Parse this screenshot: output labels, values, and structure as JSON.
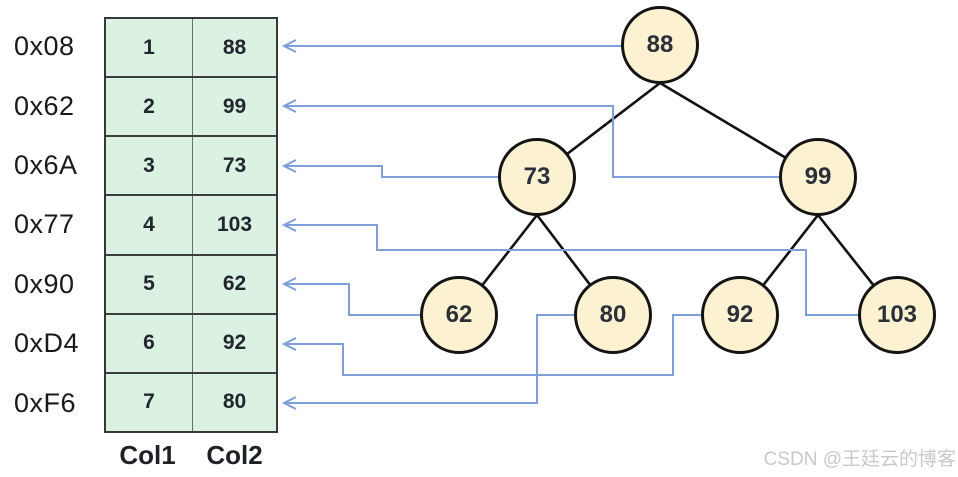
{
  "memory_table": {
    "addresses": [
      "0x08",
      "0x62",
      "0x6A",
      "0x77",
      "0x90",
      "0xD4",
      "0xF6"
    ],
    "col_headers": [
      "Col1",
      "Col2"
    ],
    "rows": [
      {
        "col1": "1",
        "col2": "88"
      },
      {
        "col1": "2",
        "col2": "99"
      },
      {
        "col1": "3",
        "col2": "73"
      },
      {
        "col1": "4",
        "col2": "103"
      },
      {
        "col1": "5",
        "col2": "62"
      },
      {
        "col1": "6",
        "col2": "92"
      },
      {
        "col1": "7",
        "col2": "80"
      }
    ]
  },
  "tree": {
    "nodes": [
      {
        "value": "88"
      },
      {
        "value": "73"
      },
      {
        "value": "99"
      },
      {
        "value": "62"
      },
      {
        "value": "80"
      },
      {
        "value": "92"
      },
      {
        "value": "103"
      }
    ],
    "root": "88",
    "edges": [
      [
        "88",
        "73"
      ],
      [
        "88",
        "99"
      ],
      [
        "73",
        "62"
      ],
      [
        "73",
        "80"
      ],
      [
        "99",
        "92"
      ],
      [
        "99",
        "103"
      ]
    ]
  },
  "links": [
    {
      "node": "88",
      "row": 1,
      "address": "0x08"
    },
    {
      "node": "99",
      "row": 2,
      "address": "0x62"
    },
    {
      "node": "73",
      "row": 3,
      "address": "0x6A"
    },
    {
      "node": "103",
      "row": 4,
      "address": "0x77"
    },
    {
      "node": "62",
      "row": 5,
      "address": "0x90"
    },
    {
      "node": "92",
      "row": 6,
      "address": "0xD4"
    },
    {
      "node": "80",
      "row": 7,
      "address": "0xF6"
    }
  ],
  "watermark": {
    "text": "CSDN @王廷云的博客"
  },
  "colors": {
    "table_fill": "#dbf2e3",
    "table_border": "#383838",
    "node_fill": "#fcf1d1",
    "node_border": "#141414",
    "link_blue": "#7f9fd8",
    "edge_black": "#111111",
    "watermark_gray": "#c9c9c9"
  }
}
